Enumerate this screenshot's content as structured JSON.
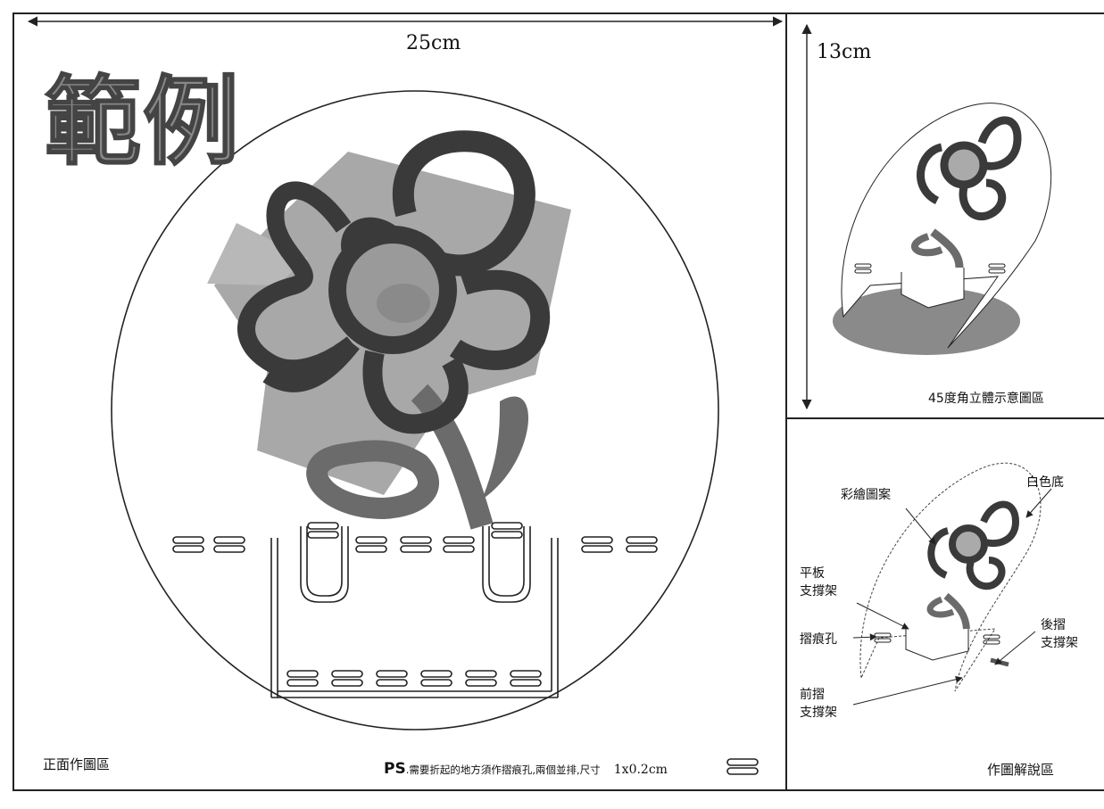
{
  "main_panel": {
    "title": "範例",
    "width_dimension": "25cm",
    "area_label": "正面作圖區",
    "note_prefix": "PS",
    "note_text": ".需要折起的地方須作摺痕孔,兩個並排,尺寸",
    "note_size": "1x0.2cm"
  },
  "side_top_panel": {
    "height_dimension": "13cm",
    "area_label": "45度角立體示意圖區"
  },
  "side_bottom_panel": {
    "area_label": "作圖解說區",
    "callouts": {
      "colored_pattern": "彩繪圖案",
      "white_base": "白色底",
      "flat_support_line1": "平板",
      "flat_support_line2": "支撐架",
      "crease_hole": "摺痕孔",
      "rear_fold_line1": "後摺",
      "rear_fold_line2": "支撐架",
      "front_fold_line1": "前摺",
      "front_fold_line2": "支撐架"
    }
  },
  "colors": {
    "dark": "#3a3a3a",
    "mid": "#6f6f6f",
    "light": "#9a9a9a",
    "line": "#222222"
  }
}
